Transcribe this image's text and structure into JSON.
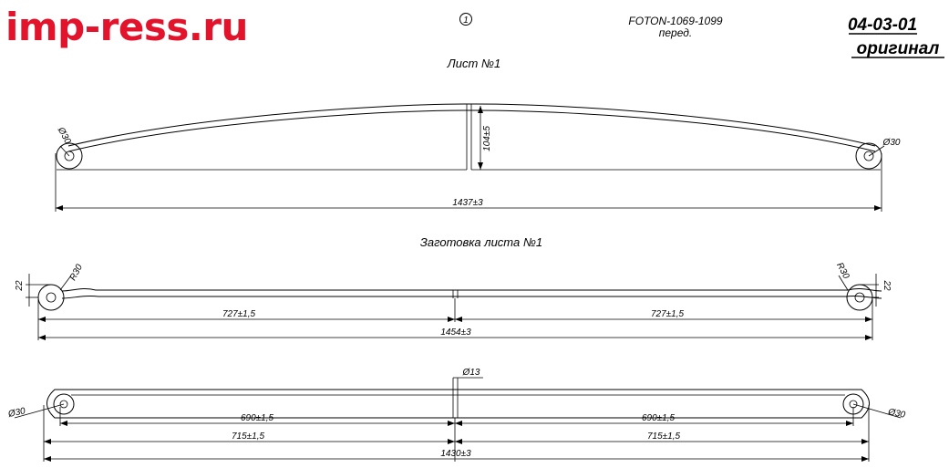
{
  "logo_text": "imp-ress.ru",
  "header": {
    "sheet_number": "1",
    "model": "FOTON-1069-1099",
    "position": "перед.",
    "part_code": "04-03-01",
    "original_label": "оригинал"
  },
  "view1": {
    "title": "Лист №1",
    "eye_left": "Ø30",
    "eye_right": "Ø30",
    "height": "104±5",
    "length": "1437±3"
  },
  "view2": {
    "title": "Заготовка листа №1",
    "radius_left": "R30",
    "radius_right": "R30",
    "thick_left": "22",
    "thick_right": "22",
    "half_left": "727±1,5",
    "half_right": "727±1,5",
    "length": "1454±3"
  },
  "view3": {
    "center_hole": "Ø13",
    "eye_left": "Ø30",
    "eye_right": "Ø30",
    "inner_left": "690±1,5",
    "inner_right": "690±1,5",
    "outer_left": "715±1,5",
    "outer_right": "715±1,5",
    "length": "1430±3"
  }
}
